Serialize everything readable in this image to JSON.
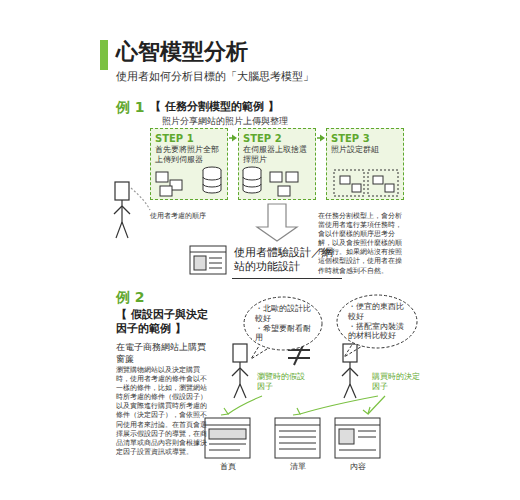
{
  "diagram": {
    "title": "心智模型分析",
    "nodes": [
      {
        "text": [
          "STEP 1",
          "首先要將照片全部上傳到伺服器"
        ]
      },
      {
        "text": [
          "STEP 2",
          "在伺服器上取捨選擇照片"
        ]
      },
      {
        "text": [
          "STEP 3",
          "照片設定群組"
        ]
      },
      {
        "text": [
          "使用者體驗設計／網站的功能設計"
        ]
      },
      {
        "text": [
          "・北歐的設計比較好",
          "・希望要耐看耐用"
        ]
      },
      {
        "text": [
          "・便宜的東西比較好",
          "・搭配室內裝潢的材料比較好"
        ]
      }
    ],
    "edges": [
      {
        "from": 0,
        "to": 1,
        "arrow": "to"
      },
      {
        "from": 1,
        "to": 2,
        "arrow": "to"
      },
      {
        "from": 1,
        "to": 3,
        "arrow": "to"
      }
    ],
    "labels": [
      "使用者如何分析目標的「大腦思考模型」",
      "例 1",
      "【 任務分割模型的範例 】",
      "照片分享網站的照片上傳與整理",
      "使用者考慮的順序",
      "在任務分割模型上，會分析當使用者進行某項任務時，會以什麼樣的順序思考分解，以及會按照什麼樣的順序執行。如果網站沒有按照這個模型設計，使用者在操作時就會感到不自然。",
      "例 2",
      "【 假設因子與決定因子的範例 】",
      "在電子商務網站上購買窗簾",
      "瀏覽購物網站以及決定購買時，使用者考慮的條件會以不一樣的條件，比如，瀏覽網站時所考慮的條件（假設因子）以及實際進行購買時所考慮的條件（決定因子），會依照不同使用者來討論。在首頁會選擇展示假設因子的導覽，在商品清單或商品內容則會根據決定因子設置資訊或導覽。",
      "瀏覽時的假設因子",
      "購買時的決定因子",
      "首頁",
      "清單",
      "內容"
    ]
  }
}
